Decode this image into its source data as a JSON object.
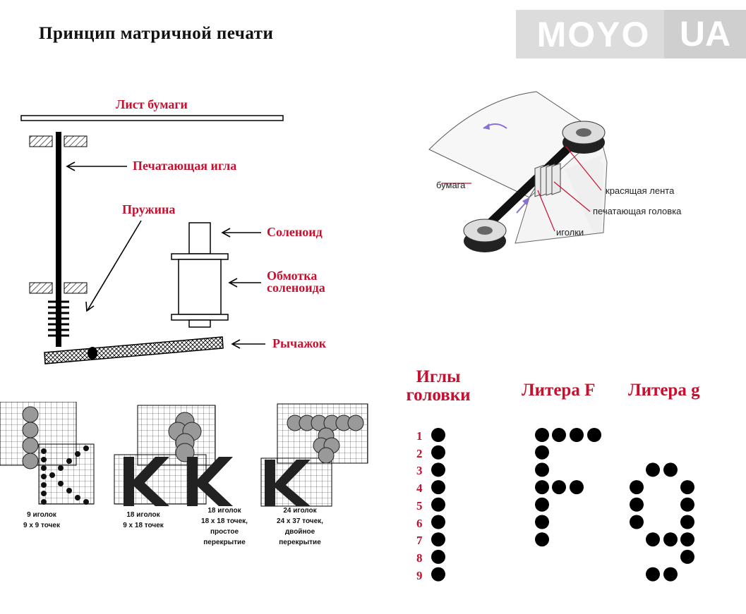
{
  "title": "Принцип  матричной  печати",
  "logo": {
    "left": "MOYO",
    "right": "UA"
  },
  "mechanism": {
    "paper": "Лист бумаги",
    "needle": "Печатающая  игла",
    "spring": "Пружина",
    "solenoid": "Соленоид",
    "winding_line1": "Обмотка",
    "winding_line2": "соленоида",
    "lever": "Рычажок"
  },
  "printhead": {
    "paper": "бумага",
    "ribbon": "красящая лента",
    "head": "печатающая головка",
    "needles": "иголки"
  },
  "samples": [
    {
      "line1": "9 иголок",
      "line2": "9 x 9 точек",
      "line3": "",
      "line4": ""
    },
    {
      "line1": "18 иголок",
      "line2": "9 x 18 точек",
      "line3": "",
      "line4": ""
    },
    {
      "line1": "18 иголок",
      "line2": "18 x 18 точек,",
      "line3": "простое",
      "line4": "перекрытие"
    },
    {
      "line1": "24 иголок",
      "line2": "24 x 37 точек,",
      "line3": "двойное",
      "line4": "перекрытие"
    }
  ],
  "dots": {
    "needles_title_1": "Иглы",
    "needles_title_2": "головки",
    "letter_f": "Литера F",
    "letter_g": "Литера g",
    "numbers": [
      "1",
      "2",
      "3",
      "4",
      "5",
      "6",
      "7",
      "8",
      "9"
    ]
  },
  "colors": {
    "label_red": "#c8102e",
    "accent_purple": "#8a6fd6",
    "logo_bg": "#dcdcdc"
  }
}
